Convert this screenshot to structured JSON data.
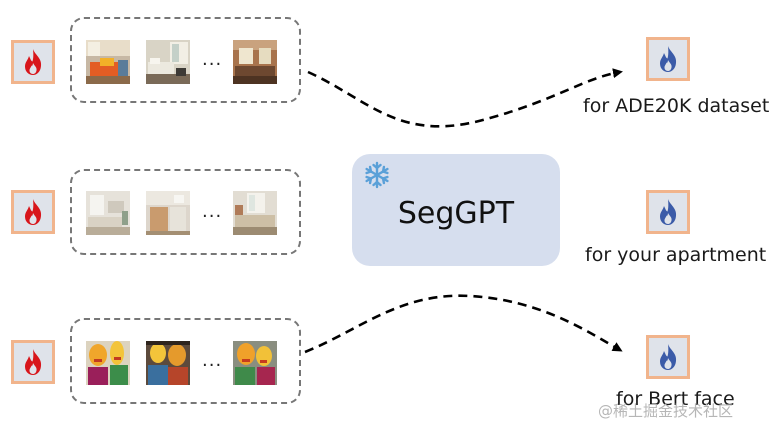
{
  "center": {
    "label": "SegGPT",
    "icon": "snowflake-icon"
  },
  "rows": [
    {
      "input_icon": "fire-icon",
      "ellipsis": "...",
      "output_icon": "fire-icon",
      "output_label": "for ADE20K dataset"
    },
    {
      "input_icon": "fire-icon",
      "ellipsis": "...",
      "output_icon": "fire-icon",
      "output_label": "for your apartment"
    },
    {
      "input_icon": "fire-icon",
      "ellipsis": "...",
      "output_icon": "fire-icon",
      "output_label": "for Bert face"
    }
  ],
  "watermark": "@稀土掘金技术社区",
  "colors": {
    "input_fire": "#d8161b",
    "output_fire": "#3b5ba8",
    "icon_border": "#f1b48c",
    "icon_fill": "#dfe3ea",
    "center_fill": "#d6deee",
    "snowflake": "#5aa0d8"
  }
}
